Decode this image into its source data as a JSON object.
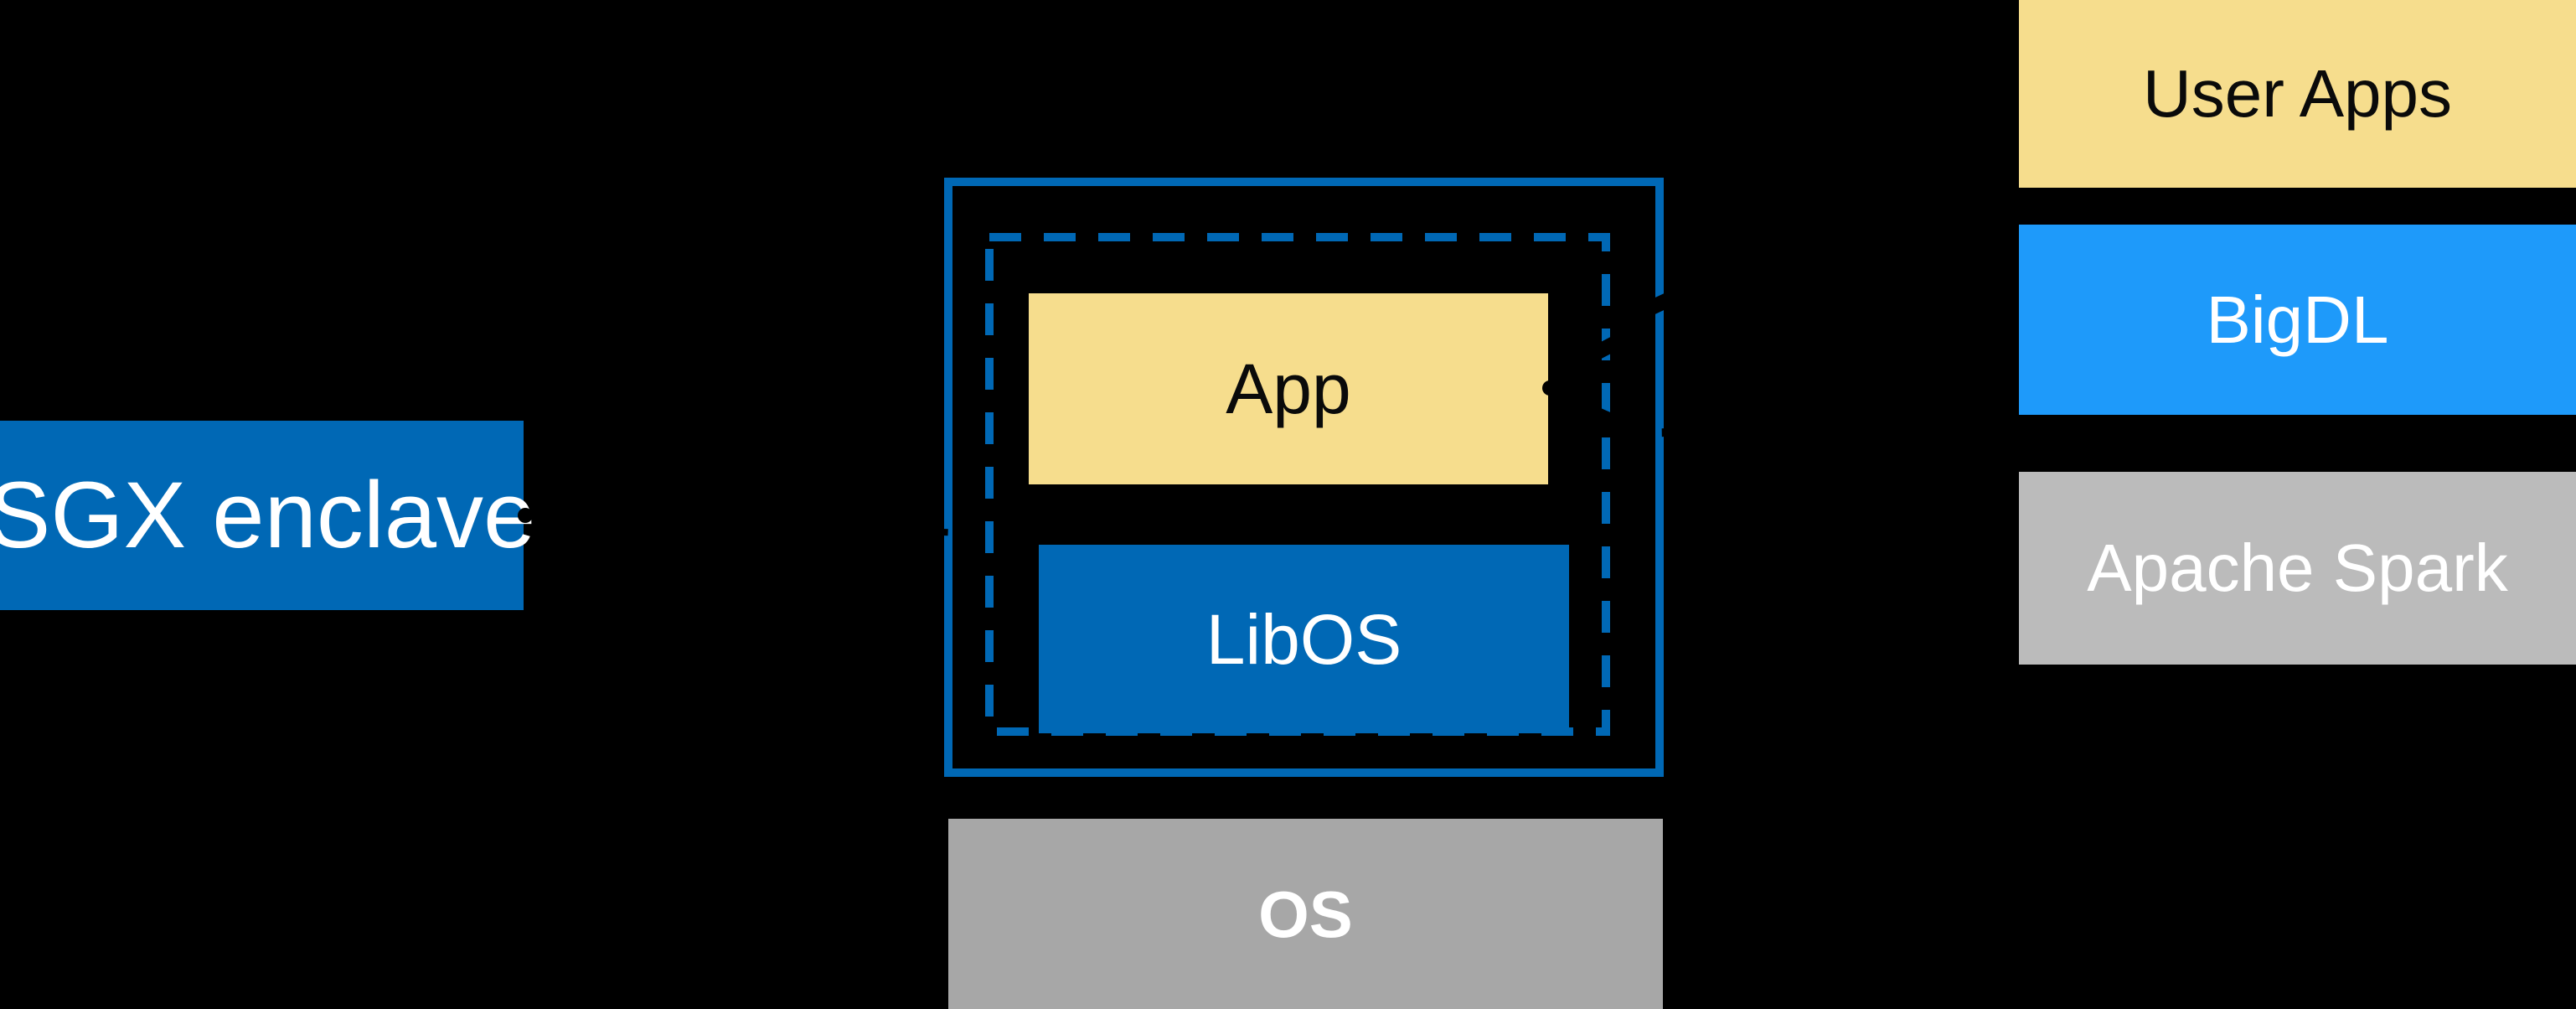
{
  "colors": {
    "background": "#000000",
    "intel_blue": "#0068B5",
    "bright_blue": "#1E9AFA",
    "yellow": "#F6DD8D",
    "gray_os": "#A7A7A7",
    "gray_spark": "#BBBBBB",
    "ink_black": "#000000",
    "text_light": "#FFFFFF",
    "text_dark": "#0A0A0A"
  },
  "sgx": {
    "label": "SGX enclave"
  },
  "enclave": {
    "app_label": "App",
    "libos_label": "LibOS"
  },
  "os": {
    "label": "OS"
  },
  "stack": [
    {
      "label": "User Apps"
    },
    {
      "label": "BigDL"
    },
    {
      "label": "Apache Spark"
    }
  ]
}
